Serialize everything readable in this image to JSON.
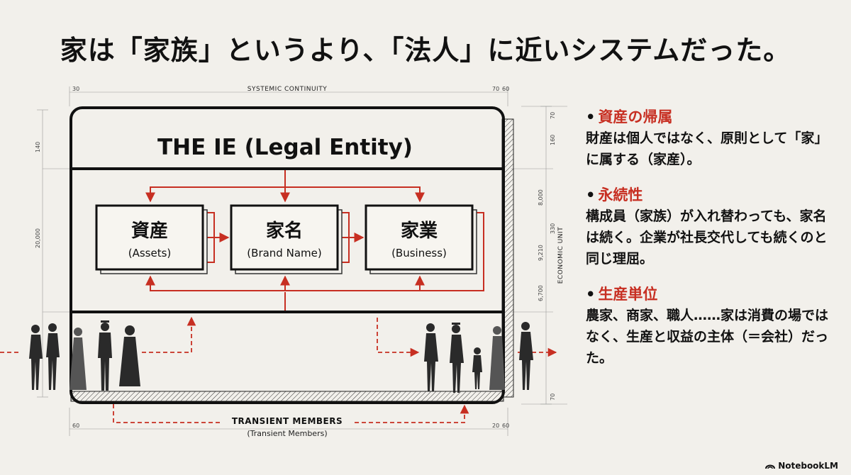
{
  "title": "家は「家族」というより、「法人」に近いシステムだった。",
  "diagram": {
    "top_caption": "SYSTEMIC CONTINUITY",
    "side_caption": "ECONOMIC UNIT",
    "entity_label": "THE IE (Legal Entity)",
    "boxes": [
      {
        "main": "資産",
        "sub": "(Assets)"
      },
      {
        "main": "家名",
        "sub": "(Brand Name)"
      },
      {
        "main": "家業",
        "sub": "(Business)"
      }
    ],
    "bottom_caption": "TRANSIENT MEMBERS",
    "bottom_subcaption": "(Transient Members)",
    "dimensions": {
      "top_left": "30",
      "top_right_a": "70",
      "top_right_b": "60",
      "left_a": "140",
      "left_b": "20,000",
      "right_a": "70",
      "right_b": "160",
      "right_c": "8,000",
      "right_d": "330",
      "right_e": "9,210",
      "right_f": "6,700",
      "right_g": "70",
      "bottom_left": "60",
      "bottom_right_a": "20",
      "bottom_right_b": "60"
    }
  },
  "bullets": [
    {
      "heading": "資産の帰属",
      "body": "財産は個人ではなく、原則として「家」に属する（家産）。"
    },
    {
      "heading": "永続性",
      "body": "構成員（家族）が入れ替わっても、家名は続く。企業が社長交代しても続くのと同じ理屈。"
    },
    {
      "heading": "生産単位",
      "body": "農家、商家、職人……家は消費の場ではなく、生産と収益の主体（＝会社）だった。"
    }
  ],
  "brand": "NotebookLM",
  "colors": {
    "accent": "#c72f22",
    "ink": "#111111",
    "background": "#f2f0eb"
  }
}
